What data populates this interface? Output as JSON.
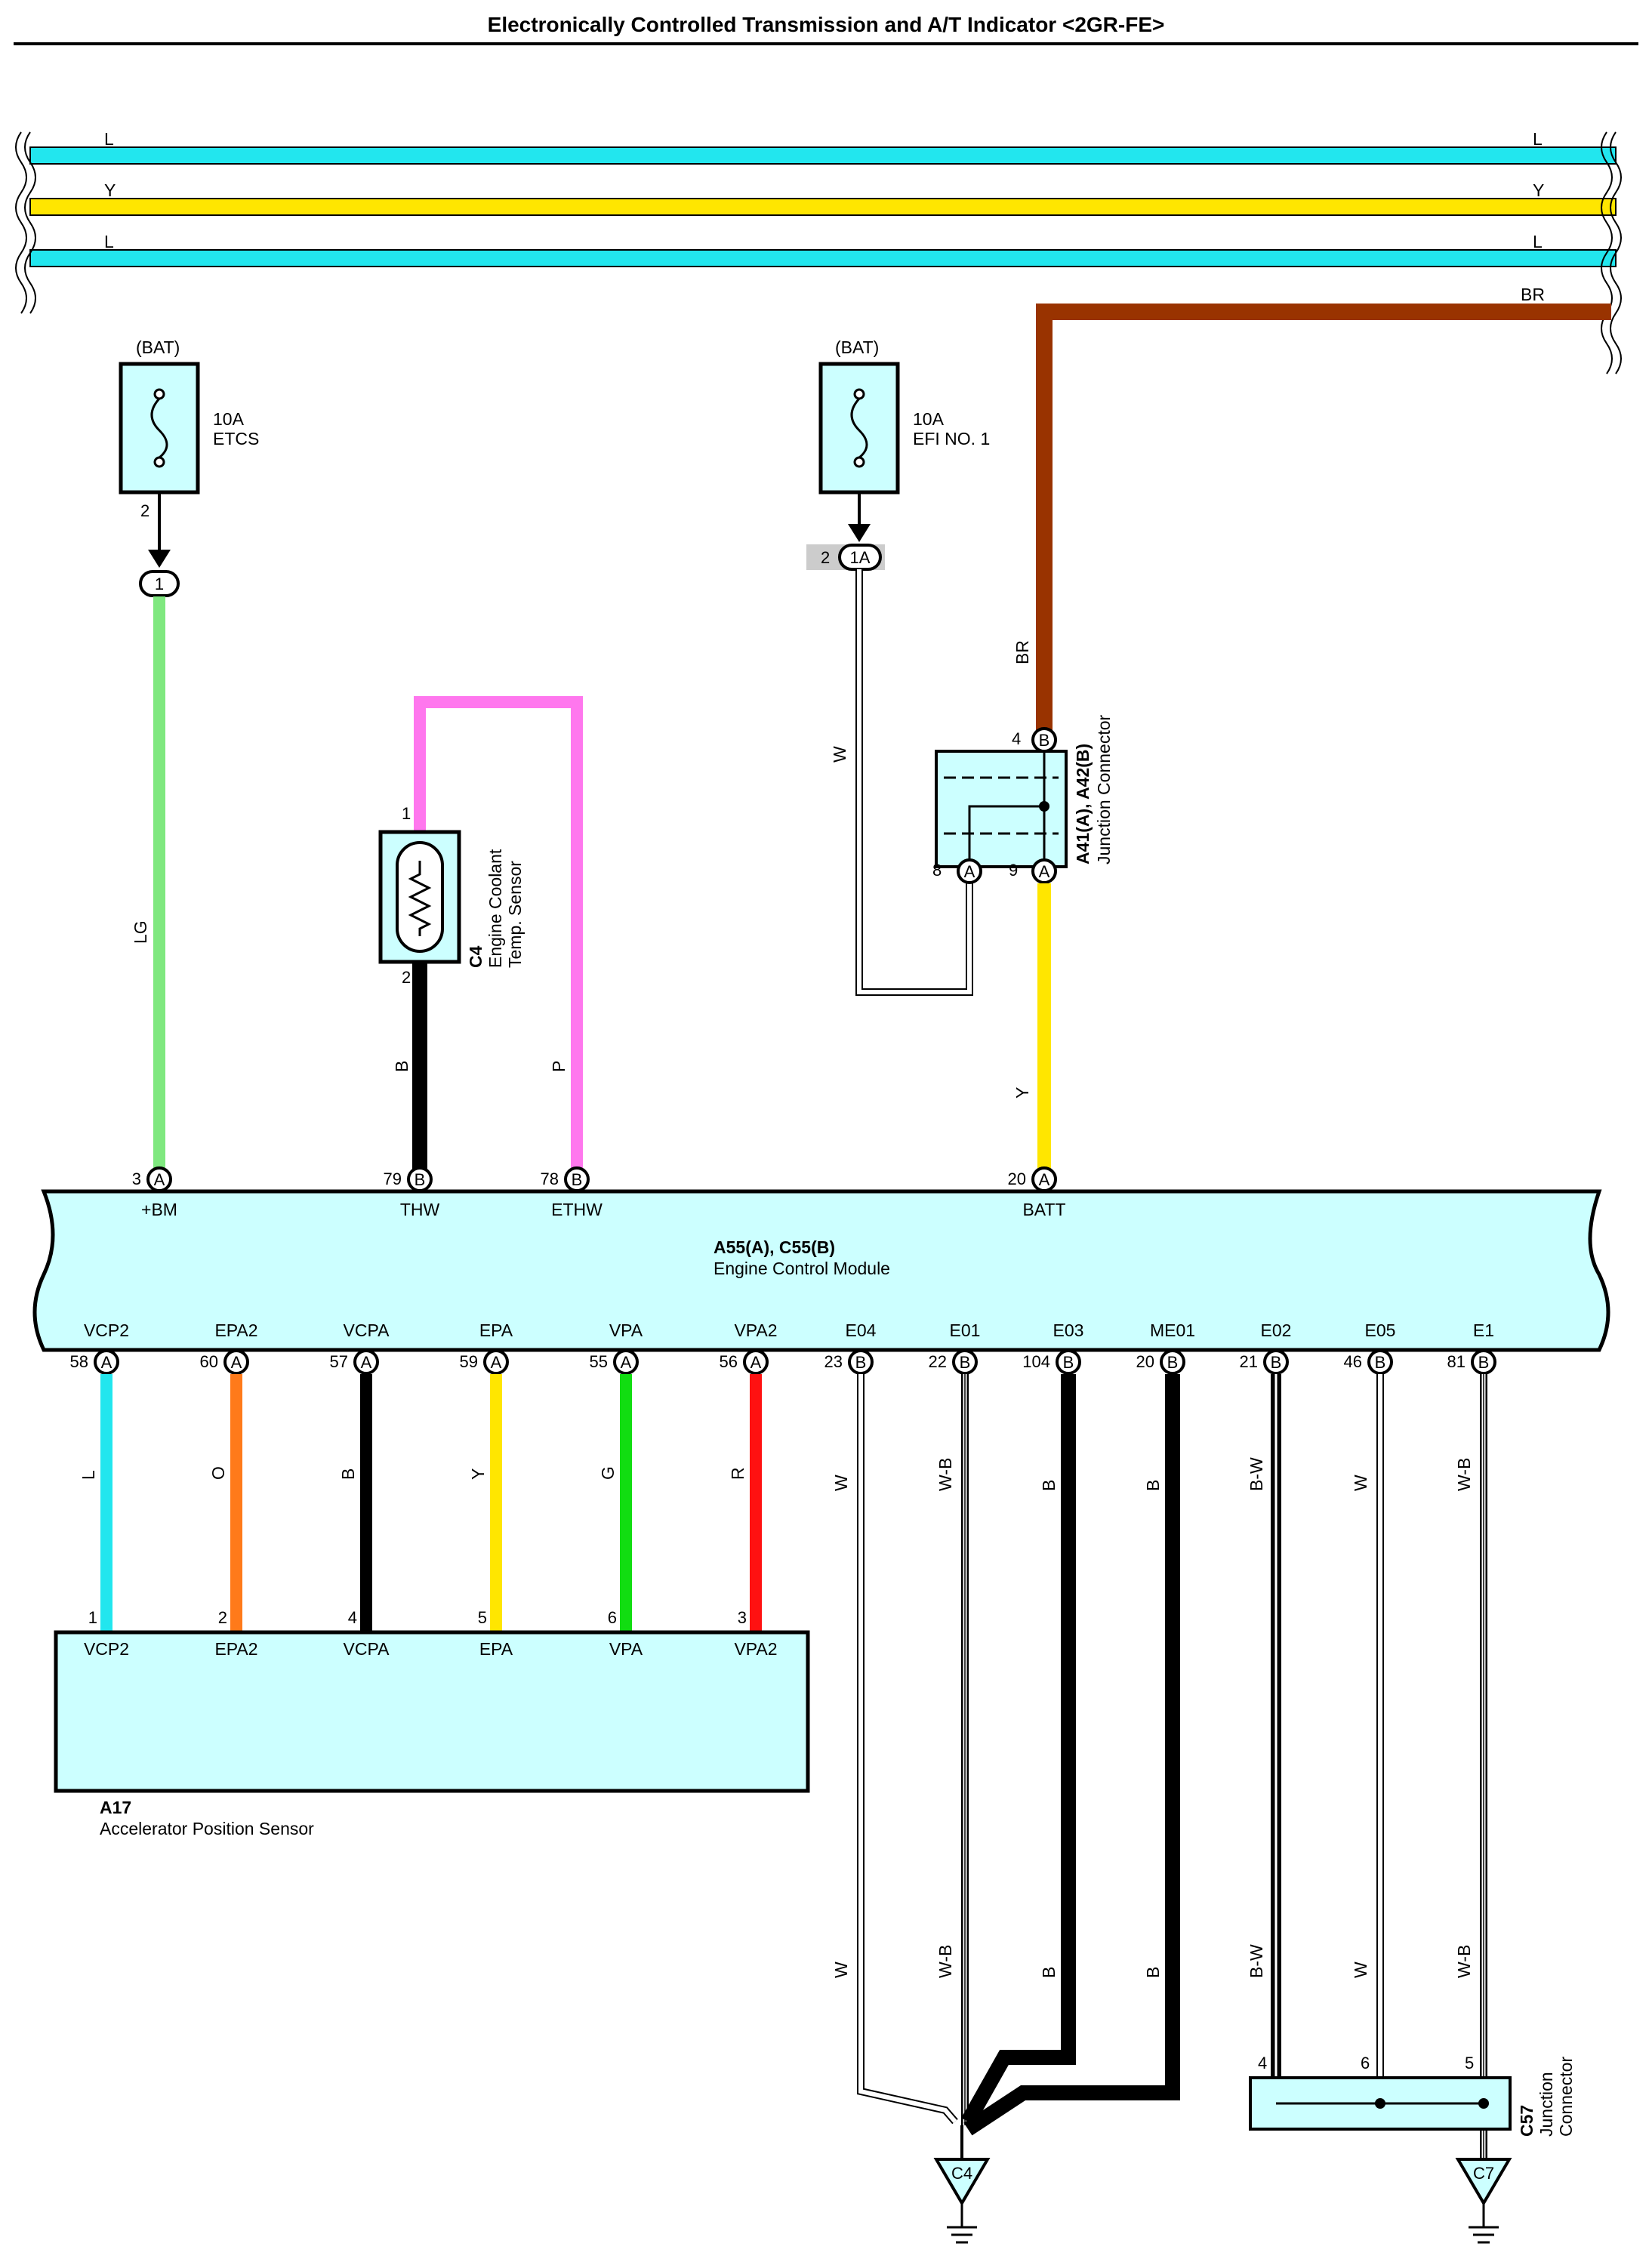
{
  "title": "Electronically Controlled Transmission and A/T Indicator <2GR-FE>",
  "colors": {
    "L": "#22e6ee",
    "Y": "#ffe600",
    "BR": "#993300",
    "LG": "#7fe87f",
    "P": "#ff77ee",
    "B": "#000000",
    "O": "#ff7a1a",
    "G": "#11dd11",
    "R": "#ff1111",
    "W": "#ffffff",
    "component_fill": "#ccffff"
  },
  "buses": {
    "bus1": "L",
    "bus2": "Y",
    "bus3": "L",
    "br": "BR"
  },
  "fuses": [
    {
      "source": "(BAT)",
      "rating": "10A",
      "name": "ETCS",
      "pin": "2"
    },
    {
      "source": "(BAT)",
      "rating": "10A",
      "name": "EFI NO. 1",
      "pin": "2"
    }
  ],
  "splices": {
    "etcs": "1",
    "efi": "1A"
  },
  "sensor_c4": {
    "code": "C4",
    "name": "Engine Coolant",
    "name2": "Temp. Sensor",
    "pin_top": "1",
    "pin_bottom": "2"
  },
  "jc_a41": {
    "code": "A41(A), A42(B)",
    "name": "Junction Connector",
    "pin4": "4",
    "pin8": "8",
    "pin9": "9",
    "conn_b": "B",
    "conn_a": "A"
  },
  "ecm": {
    "code": "A55(A), C55(B)",
    "name": "Engine Control Module",
    "top_pins": [
      {
        "num": "3",
        "conn": "A",
        "signal": "+BM"
      },
      {
        "num": "79",
        "conn": "B",
        "signal": "THW"
      },
      {
        "num": "78",
        "conn": "B",
        "signal": "ETHW"
      },
      {
        "num": "20",
        "conn": "A",
        "signal": "BATT"
      }
    ],
    "bottom_pins": [
      {
        "num": "58",
        "conn": "A",
        "signal": "VCP2"
      },
      {
        "num": "60",
        "conn": "A",
        "signal": "EPA2"
      },
      {
        "num": "57",
        "conn": "A",
        "signal": "VCPA"
      },
      {
        "num": "59",
        "conn": "A",
        "signal": "EPA"
      },
      {
        "num": "55",
        "conn": "A",
        "signal": "VPA"
      },
      {
        "num": "56",
        "conn": "A",
        "signal": "VPA2"
      },
      {
        "num": "23",
        "conn": "B",
        "signal": "E04"
      },
      {
        "num": "22",
        "conn": "B",
        "signal": "E01"
      },
      {
        "num": "104",
        "conn": "B",
        "signal": "E03"
      },
      {
        "num": "20",
        "conn": "B",
        "signal": "ME01"
      },
      {
        "num": "21",
        "conn": "B",
        "signal": "E02"
      },
      {
        "num": "46",
        "conn": "B",
        "signal": "E05"
      },
      {
        "num": "81",
        "conn": "B",
        "signal": "E1"
      }
    ]
  },
  "wires": {
    "lg": "LG",
    "b_thw": "B",
    "p_ethw": "P",
    "w_efi": "W",
    "br_jc": "BR",
    "y_batt": "Y",
    "accel": [
      "L",
      "O",
      "B",
      "Y",
      "G",
      "R"
    ],
    "ground": [
      "W",
      "W-B",
      "B",
      "B",
      "B-W",
      "W",
      "W-B"
    ]
  },
  "sensor_a17": {
    "code": "A17",
    "name": "Accelerator Position Sensor",
    "pins": [
      {
        "num": "1",
        "signal": "VCP2"
      },
      {
        "num": "2",
        "signal": "EPA2"
      },
      {
        "num": "4",
        "signal": "VCPA"
      },
      {
        "num": "5",
        "signal": "EPA"
      },
      {
        "num": "6",
        "signal": "VPA"
      },
      {
        "num": "3",
        "signal": "VPA2"
      }
    ]
  },
  "jc_c57": {
    "code": "C57",
    "name": "Junction",
    "name2": "Connector",
    "pins": [
      "4",
      "6",
      "5"
    ]
  },
  "grounds": [
    "C4",
    "C7"
  ]
}
